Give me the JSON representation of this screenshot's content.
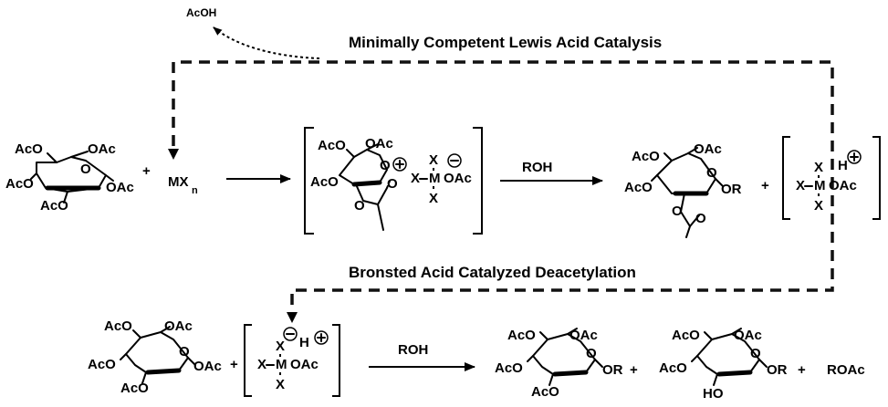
{
  "headings": {
    "top": "Minimally Competent Lewis Acid Catalysis",
    "bottom": "Bronsted Acid Catalyzed Deacetylation"
  },
  "byproduct": "AcOH",
  "substituents": {
    "oac": "OAc",
    "aco": "AcO",
    "ho": "HO",
    "or": "OR",
    "ring_o": "O"
  },
  "catalyst": {
    "label": "MX",
    "subscript": "n"
  },
  "reagent": "ROH",
  "plus": "+",
  "metal_complex": {
    "x": "X",
    "m": "M",
    "oac": "OAc",
    "h": "H"
  },
  "final_byproduct": "ROAc"
}
